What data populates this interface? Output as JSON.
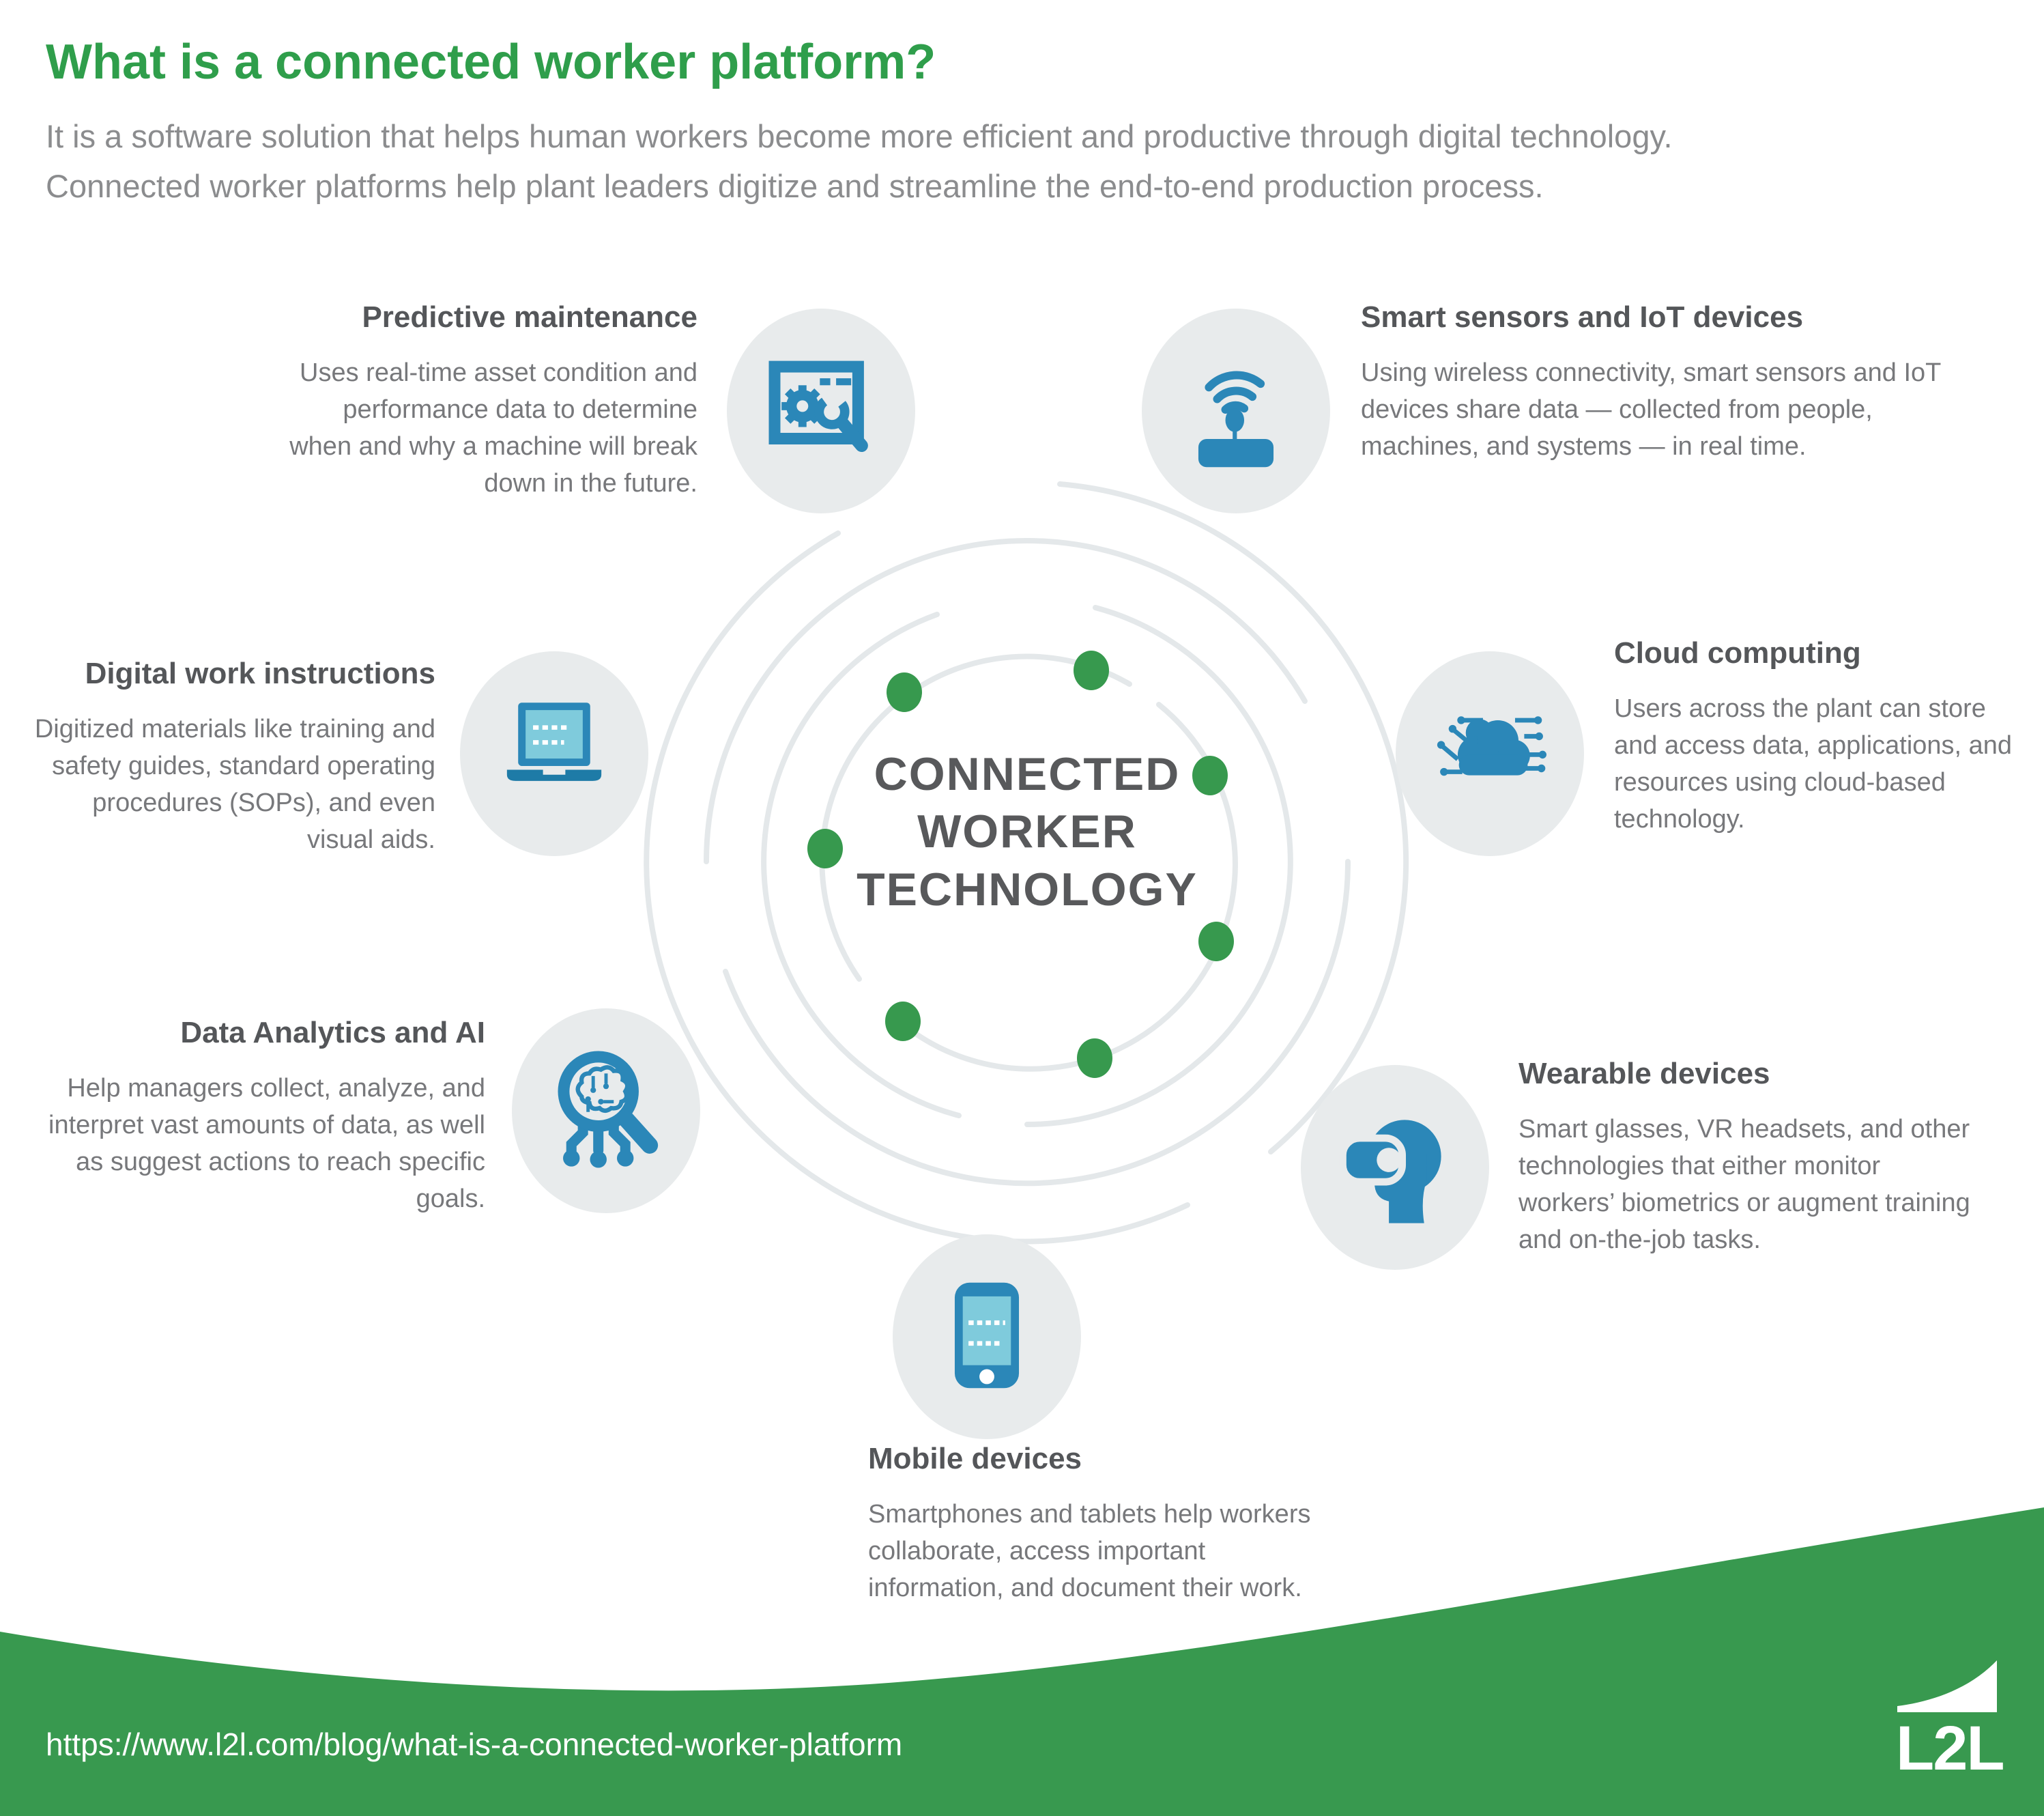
{
  "header": {
    "title": "What is a connected worker platform?",
    "subtitle": "It is a software solution that helps human workers become more efficient and productive through digital technology.\nConnected worker platforms help plant leaders digitize and streamline the end-to-end production process."
  },
  "center": {
    "title": "CONNECTED\nWORKER\nTECHNOLOGY"
  },
  "sections": [
    {
      "id": "predictive-maintenance",
      "title": "Predictive maintenance",
      "body": "Uses real-time asset condition and performance data to determine when and why a machine will break down in the future.",
      "icon": "gear-magnifier-icon"
    },
    {
      "id": "smart-sensors",
      "title": "Smart sensors and IoT devices",
      "body": "Using wireless connectivity, smart sensors and IoT devices share data — collected from people, machines, and systems — in real time.",
      "icon": "wifi-sensor-icon"
    },
    {
      "id": "digital-work-instructions",
      "title": "Digital work instructions",
      "body": "Digitized materials like training and safety guides, standard operating procedures (SOPs), and even visual aids.",
      "icon": "laptop-icon"
    },
    {
      "id": "cloud-computing",
      "title": "Cloud computing",
      "body": "Users across the plant can store and access data, applications, and resources using cloud-based technology.",
      "icon": "cloud-circuit-icon"
    },
    {
      "id": "data-analytics-ai",
      "title": "Data Analytics and AI",
      "body": "Help managers collect, analyze, and interpret vast amounts of data, as well as suggest actions to reach specific goals.",
      "icon": "brain-magnifier-icon"
    },
    {
      "id": "wearable-devices",
      "title": "Wearable devices",
      "body": "Smart glasses, VR headsets, and other technologies that either monitor workers’ biometrics or augment training and on-the-job tasks.",
      "icon": "vr-headset-icon"
    },
    {
      "id": "mobile-devices",
      "title": "Mobile devices",
      "body": "Smartphones and tablets help workers collaborate, access important information, and document their work.",
      "icon": "tablet-icon"
    }
  ],
  "footer": {
    "url": "https://www.l2l.com/blog/what-is-a-connected-worker-platform",
    "logo_text": "L2L"
  },
  "colors": {
    "brand_green": "#2F9E4B",
    "dot_green": "#37994E",
    "footer_green": "#38994F",
    "icon_blue": "#2B87B8",
    "icon_light_blue": "#7FCBDC",
    "circle_bg": "#E8EBEC",
    "arc_gray": "#E4E8EA",
    "heading_gray": "#545659",
    "body_gray": "#77787B",
    "center_text_gray": "#58595B",
    "subtitle_gray": "#8B8C8E"
  }
}
